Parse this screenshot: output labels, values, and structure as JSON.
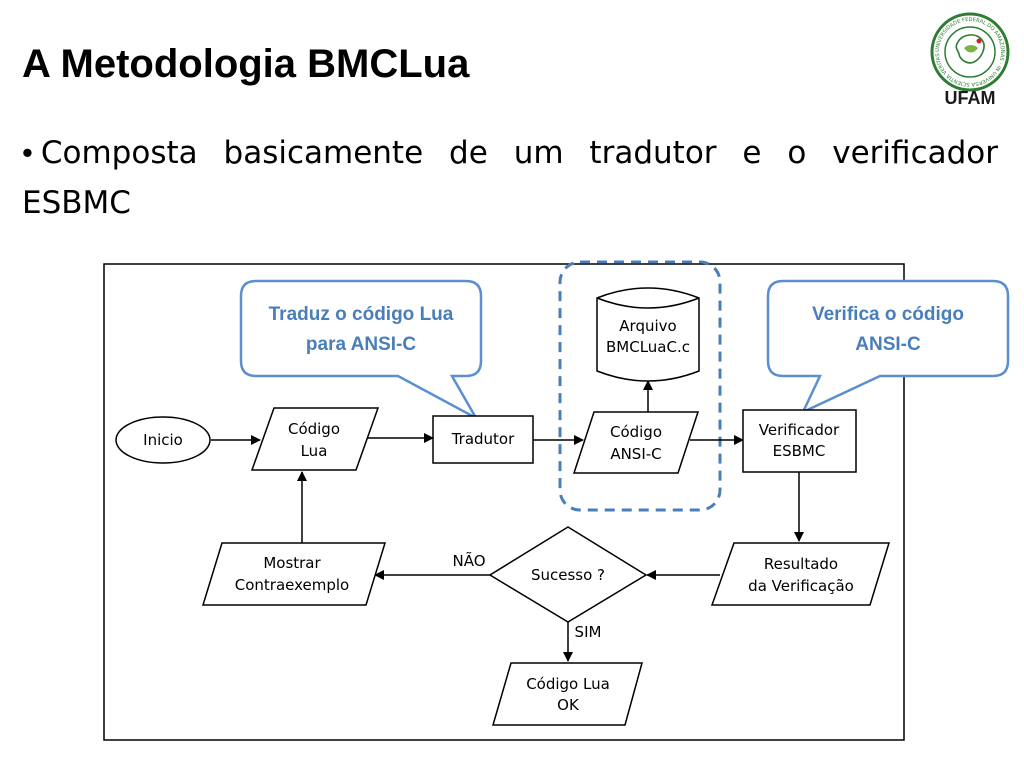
{
  "slide": {
    "title": "A Metodologia BMCLua",
    "bullet": "Composta basicamente de um tradutor e o verificador ESBMC"
  },
  "logo": {
    "text": "UFAM",
    "ring_text": "UNIVERSIDADE FEDERAL DO AMAZONAS · IN UNIVERSA SCIENTIA VERITAS",
    "color": "#2e7d32"
  },
  "diagram": {
    "callouts": {
      "translator_line1": "Traduz o código Lua",
      "translator_line2": "para ANSI-C",
      "verifier_line1": "Verifica o código",
      "verifier_line2": "ANSI-C"
    },
    "nodes": {
      "start": "Inicio",
      "lua_code_l1": "Código",
      "lua_code_l2": "Lua",
      "translator": "Tradutor",
      "ansi_code_l1": "Código",
      "ansi_code_l2": "ANSI-C",
      "file_l1": "Arquivo",
      "file_l2": "BMCLuaC.c",
      "verifier_l1": "Verificador",
      "verifier_l2": "ESBMC",
      "result_l1": "Resultado",
      "result_l2": "da Verificação",
      "decision": "Sucesso ?",
      "counter_l1": "Mostrar",
      "counter_l2": "Contraexemplo",
      "ok_l1": "Código Lua",
      "ok_l2": "OK"
    },
    "edge_labels": {
      "no": "NÃO",
      "yes": "SIM"
    },
    "colors": {
      "callout_text": "#4a7ebb",
      "callout_border": "#5b8fd0",
      "dashed_group": "#4a7ebb"
    }
  }
}
